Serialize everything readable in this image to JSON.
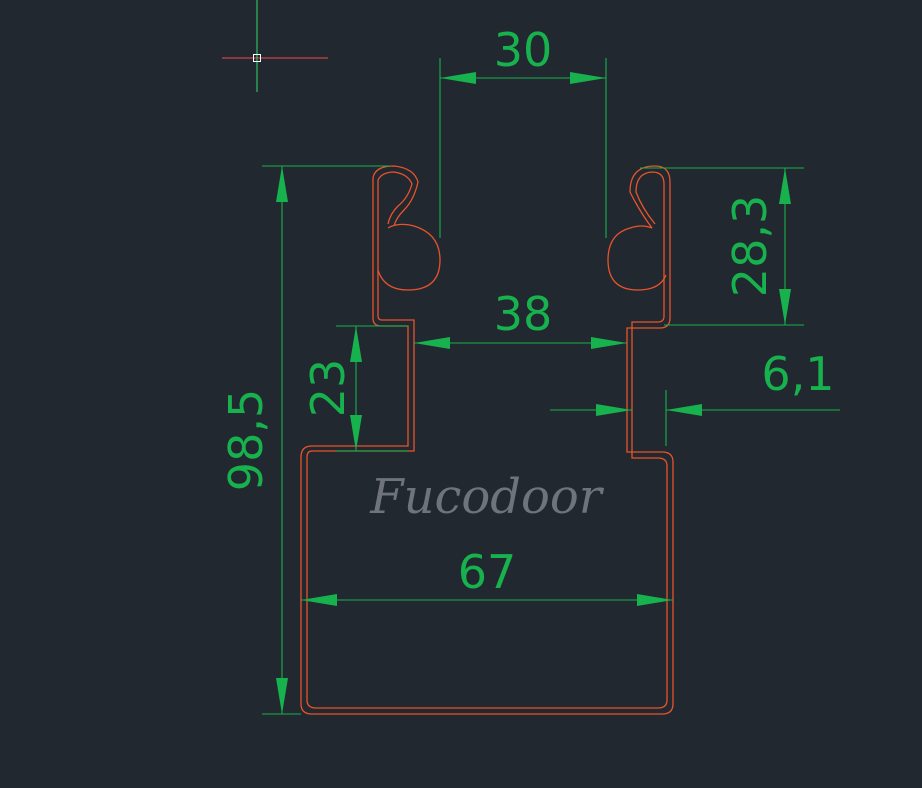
{
  "colors": {
    "background": "#212830",
    "profile": "#e8532b",
    "dimension": "#17b24d",
    "watermark": "#6f737a",
    "cursor_h": "#c9434b",
    "cursor_v": "#2fbf63"
  },
  "watermark": "Fucodoor",
  "dimensions": {
    "top_opening": "30",
    "inner_neck": "38",
    "total_width": "67",
    "total_height": "98,5",
    "neck_height": "23",
    "clip_height": "28,3",
    "wall_gap": "6,1"
  }
}
